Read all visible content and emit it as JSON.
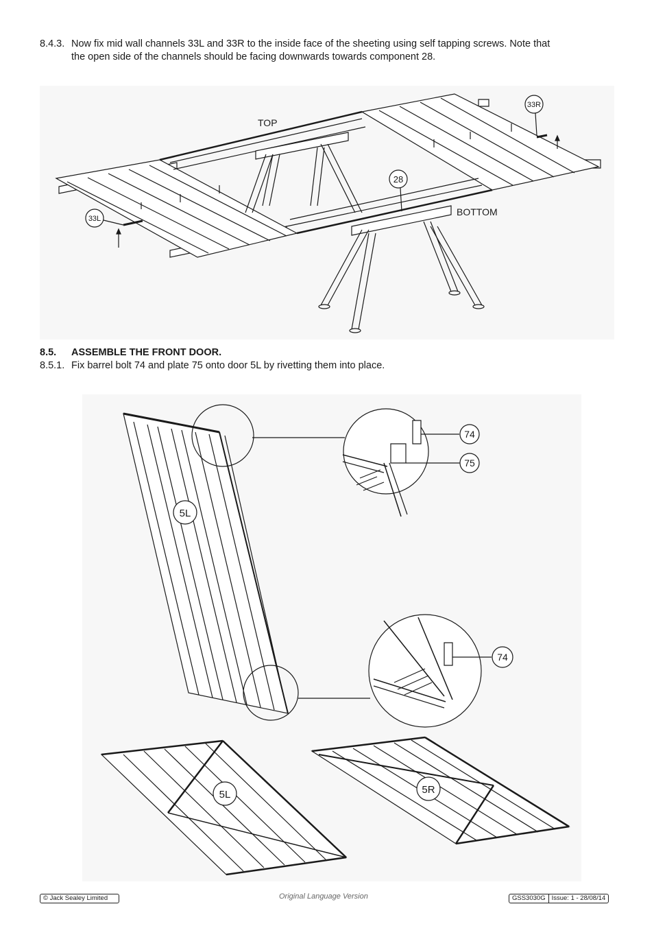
{
  "step_843": {
    "number": "8.4.3.",
    "line1": "Now fix mid wall channels 33L and 33R to the inside face of the sheeting using self tapping screws. Note that",
    "line2": "the open side of the channels should be facing downwards towards component 28."
  },
  "figure1": {
    "label_top": "TOP",
    "label_bottom": "BOTTOM",
    "callout_28": "28",
    "callout_33L": "33L",
    "callout_33R": "33R"
  },
  "section_85": {
    "number": "8.5.",
    "title": "ASSEMBLE THE FRONT DOOR."
  },
  "step_851": {
    "number": "8.5.1.",
    "text": "Fix barrel bolt 74 and plate 75 onto door 5L by rivetting them into place."
  },
  "figure2": {
    "door_5L": "5L",
    "callout_74_top": "74",
    "callout_75": "75",
    "callout_74_bottom": "74",
    "flat_door_left": "5L",
    "flat_door_right": "5R"
  },
  "footer": {
    "copyright": "© Jack Sealey Limited",
    "center": "Original Language Version",
    "model": "GSS3030G",
    "issue": "Issue: 1 - 28/08/14"
  },
  "colors": {
    "line": "#1a1a1a",
    "figure_bg": "#f7f7f7"
  }
}
